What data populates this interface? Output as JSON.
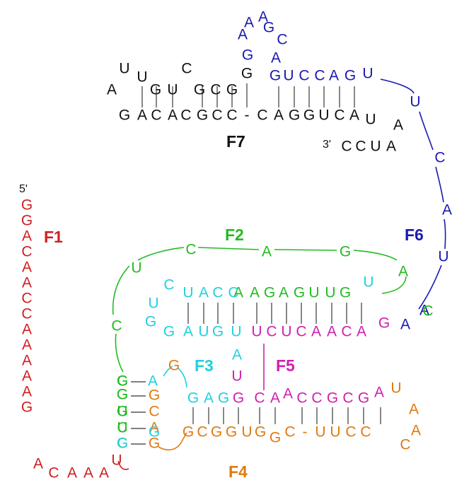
{
  "colors": {
    "F1": "#d02020",
    "F2": "#22bb22",
    "F3": "#22d0e0",
    "F4": "#e07a10",
    "F5": "#d020b0",
    "F6": "#1a1ab0",
    "F7": "#111111"
  },
  "labels": {
    "F1": "F1",
    "F2": "F2",
    "F3": "F3",
    "F4": "F4",
    "F5": "F5",
    "F6": "F6",
    "F7": "F7"
  },
  "end_labels": {
    "five_prime": "5'",
    "three_prime": "3'"
  },
  "nucleotides": [
    {
      "c": "U",
      "g": "F7"
    },
    {
      "c": "U",
      "g": "F7"
    },
    {
      "c": "G",
      "g": "F7"
    },
    {
      "c": "U",
      "g": "F7"
    },
    {
      "c": "C",
      "g": "F7"
    },
    {
      "c": "G",
      "g": "F7"
    },
    {
      "c": "C",
      "g": "F7"
    },
    {
      "c": "G",
      "g": "F7"
    },
    {
      "c": "A",
      "g": "F7"
    },
    {
      "c": "G",
      "g": "F7"
    },
    {
      "c": "G",
      "g": "F6"
    },
    {
      "c": "A",
      "g": "F6"
    },
    {
      "c": "A",
      "g": "F6"
    },
    {
      "c": "A",
      "g": "F6"
    },
    {
      "c": "G",
      "g": "F6"
    },
    {
      "c": "C",
      "g": "F6"
    },
    {
      "c": "A",
      "g": "F6"
    },
    {
      "c": "G",
      "g": "F6"
    },
    {
      "c": "U",
      "g": "F6"
    },
    {
      "c": "C",
      "g": "F6"
    },
    {
      "c": "C",
      "g": "F6"
    },
    {
      "c": "A",
      "g": "F6"
    },
    {
      "c": "G",
      "g": "F6"
    },
    {
      "c": "U",
      "g": "F6"
    },
    {
      "c": "U",
      "g": "F6"
    },
    {
      "c": "C",
      "g": "F6"
    },
    {
      "c": "A",
      "g": "F6"
    },
    {
      "c": "U",
      "g": "F6"
    },
    {
      "c": "A",
      "g": "F6"
    },
    {
      "c": "G",
      "g": "F7"
    },
    {
      "c": "A",
      "g": "F7"
    },
    {
      "c": "C",
      "g": "F7"
    },
    {
      "c": "A",
      "g": "F7"
    },
    {
      "c": "C",
      "g": "F7"
    },
    {
      "c": "G",
      "g": "F7"
    },
    {
      "c": "C",
      "g": "F7"
    },
    {
      "c": "C",
      "g": "F7"
    },
    {
      "c": "-",
      "g": "F7"
    },
    {
      "c": "C",
      "g": "F7"
    },
    {
      "c": "A",
      "g": "F7"
    },
    {
      "c": "G",
      "g": "F7"
    },
    {
      "c": "G",
      "g": "F7"
    },
    {
      "c": "U",
      "g": "F7"
    },
    {
      "c": "C",
      "g": "F7"
    },
    {
      "c": "A",
      "g": "F7"
    },
    {
      "c": "U",
      "g": "F7"
    },
    {
      "c": "A",
      "g": "F7"
    },
    {
      "c": "C",
      "g": "F7"
    },
    {
      "c": "C",
      "g": "F7"
    },
    {
      "c": "U",
      "g": "F7"
    },
    {
      "c": "A",
      "g": "F7"
    },
    {
      "c": "G",
      "g": "F1"
    },
    {
      "c": "G",
      "g": "F1"
    },
    {
      "c": "A",
      "g": "F1"
    },
    {
      "c": "C",
      "g": "F1"
    },
    {
      "c": "A",
      "g": "F1"
    },
    {
      "c": "A",
      "g": "F1"
    },
    {
      "c": "C",
      "g": "F1"
    },
    {
      "c": "C",
      "g": "F1"
    },
    {
      "c": "A",
      "g": "F1"
    },
    {
      "c": "A",
      "g": "F1"
    },
    {
      "c": "A",
      "g": "F1"
    },
    {
      "c": "A",
      "g": "F1"
    },
    {
      "c": "A",
      "g": "F1"
    },
    {
      "c": "G",
      "g": "F1"
    },
    {
      "c": "A",
      "g": "F1"
    },
    {
      "c": "C",
      "g": "F1"
    },
    {
      "c": "A",
      "g": "F1"
    },
    {
      "c": "A",
      "g": "F1"
    },
    {
      "c": "A",
      "g": "F1"
    },
    {
      "c": "U",
      "g": "F1"
    },
    {
      "c": "U",
      "g": "F2"
    },
    {
      "c": "C",
      "g": "F2"
    },
    {
      "c": "A",
      "g": "F2"
    },
    {
      "c": "G",
      "g": "F2"
    },
    {
      "c": "A",
      "g": "F2"
    },
    {
      "c": "C",
      "g": "F2"
    },
    {
      "c": "C",
      "g": "F2"
    },
    {
      "c": "G",
      "g": "F2"
    },
    {
      "c": "G",
      "g": "F2"
    },
    {
      "c": "U",
      "g": "F2"
    },
    {
      "c": "C",
      "g": "F2"
    },
    {
      "c": "A",
      "g": "F2"
    },
    {
      "c": "A",
      "g": "F2"
    },
    {
      "c": "G",
      "g": "F2"
    },
    {
      "c": "A",
      "g": "F2"
    },
    {
      "c": "G",
      "g": "F2"
    },
    {
      "c": "U",
      "g": "F2"
    },
    {
      "c": "U",
      "g": "F2"
    },
    {
      "c": "G",
      "g": "F2"
    },
    {
      "c": "U",
      "g": "F3"
    },
    {
      "c": "U",
      "g": "F3"
    },
    {
      "c": "C",
      "g": "F3"
    },
    {
      "c": "U",
      "g": "F3"
    },
    {
      "c": "A",
      "g": "F3"
    },
    {
      "c": "C",
      "g": "F3"
    },
    {
      "c": "C",
      "g": "F3"
    },
    {
      "c": "G",
      "g": "F3"
    },
    {
      "c": "G",
      "g": "F3"
    },
    {
      "c": "A",
      "g": "F3"
    },
    {
      "c": "U",
      "g": "F3"
    },
    {
      "c": "G",
      "g": "F3"
    },
    {
      "c": "U",
      "g": "F3"
    },
    {
      "c": "A",
      "g": "F3"
    },
    {
      "c": "U",
      "g": "F5"
    },
    {
      "c": "U",
      "g": "F5"
    },
    {
      "c": "C",
      "g": "F5"
    },
    {
      "c": "U",
      "g": "F5"
    },
    {
      "c": "C",
      "g": "F5"
    },
    {
      "c": "A",
      "g": "F5"
    },
    {
      "c": "A",
      "g": "F5"
    },
    {
      "c": "C",
      "g": "F5"
    },
    {
      "c": "A",
      "g": "F5"
    },
    {
      "c": "G",
      "g": "F5"
    },
    {
      "c": "A",
      "g": "F6"
    },
    {
      "c": "C",
      "g": "F2"
    },
    {
      "c": "G",
      "g": "F2"
    },
    {
      "c": "G",
      "g": "F2"
    },
    {
      "c": "U",
      "g": "F2"
    },
    {
      "c": "C",
      "g": "F2"
    },
    {
      "c": "G",
      "g": "F3"
    },
    {
      "c": "A",
      "g": "F3"
    },
    {
      "c": "G",
      "g": "F4"
    },
    {
      "c": "G",
      "g": "F4"
    },
    {
      "c": "C",
      "g": "F4"
    },
    {
      "c": "A",
      "g": "F4"
    },
    {
      "c": "G",
      "g": "F4"
    },
    {
      "c": "G",
      "g": "F3"
    },
    {
      "c": "G",
      "g": "F3"
    },
    {
      "c": "A",
      "g": "F3"
    },
    {
      "c": "G",
      "g": "F3"
    },
    {
      "c": "G",
      "g": "F5"
    },
    {
      "c": "C",
      "g": "F5"
    },
    {
      "c": "A",
      "g": "F5"
    },
    {
      "c": "A",
      "g": "F5"
    },
    {
      "c": "C",
      "g": "F5"
    },
    {
      "c": "C",
      "g": "F5"
    },
    {
      "c": "G",
      "g": "F5"
    },
    {
      "c": "C",
      "g": "F5"
    },
    {
      "c": "G",
      "g": "F5"
    },
    {
      "c": "A",
      "g": "F5"
    },
    {
      "c": "U",
      "g": "F4"
    },
    {
      "c": "A",
      "g": "F4"
    },
    {
      "c": "A",
      "g": "F4"
    },
    {
      "c": "C",
      "g": "F4"
    },
    {
      "c": "G",
      "g": "F4"
    },
    {
      "c": "C",
      "g": "F4"
    },
    {
      "c": "G",
      "g": "F4"
    },
    {
      "c": "G",
      "g": "F4"
    },
    {
      "c": "U",
      "g": "F4"
    },
    {
      "c": "G",
      "g": "F4"
    },
    {
      "c": "G",
      "g": "F4"
    },
    {
      "c": "C",
      "g": "F4"
    },
    {
      "c": "-",
      "g": "F4"
    },
    {
      "c": "U",
      "g": "F4"
    },
    {
      "c": "U",
      "g": "F4"
    },
    {
      "c": "C",
      "g": "F4"
    },
    {
      "c": "C",
      "g": "F4"
    }
  ]
}
